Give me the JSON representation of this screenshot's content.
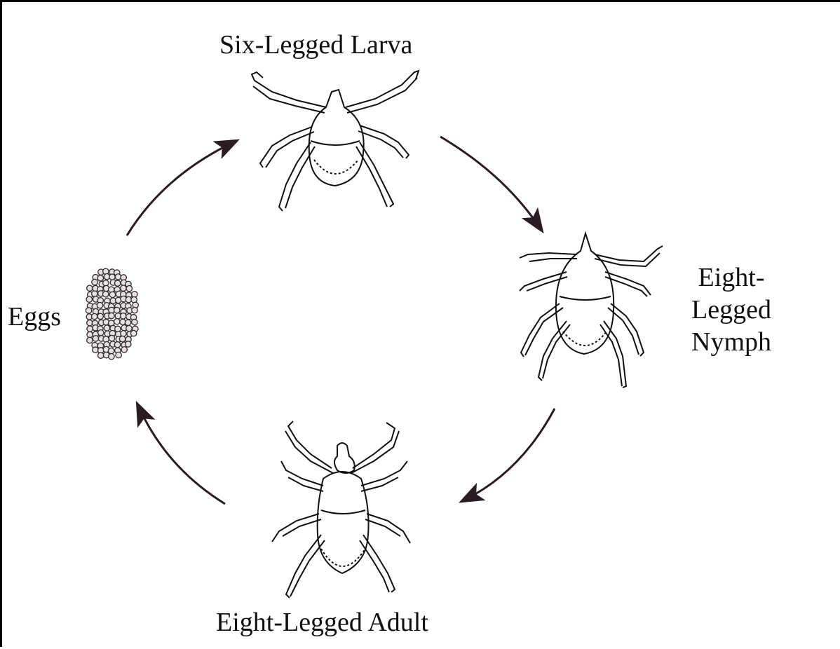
{
  "diagram": {
    "stages": {
      "larva": "Six-Legged Larva",
      "eggs": "Eggs",
      "nymph_line1": "Eight-",
      "nymph_line2": "Legged",
      "nymph_line3": "Nymph",
      "adult": "Eight-Legged Adult"
    },
    "colors": {
      "ink": "#111111",
      "arrow": "#2a1c22",
      "background": "#ffffff"
    }
  }
}
